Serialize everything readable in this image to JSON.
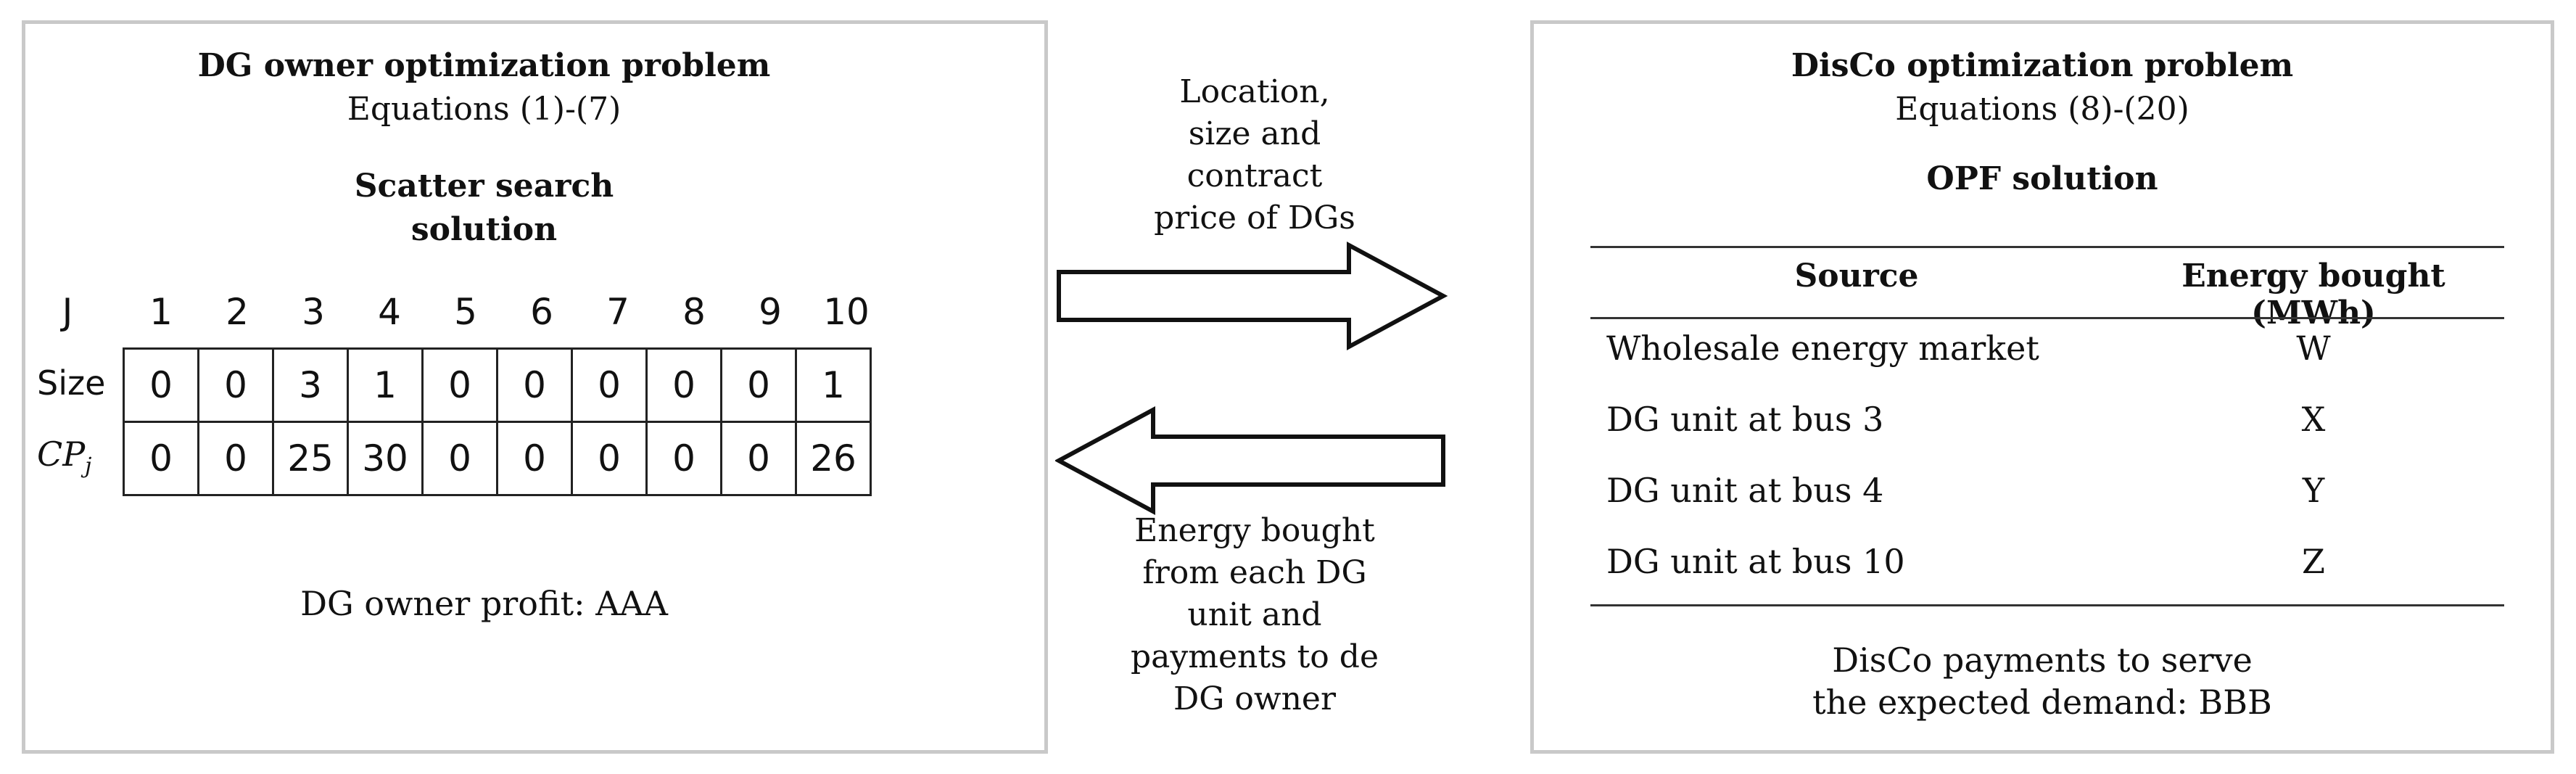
{
  "left": {
    "title": "DG owner optimization problem",
    "equations": "Equations (1)-(7)",
    "solution_line1": "Scatter search",
    "solution_line2": "solution",
    "j_label": "J",
    "j_values": [
      "1",
      "2",
      "3",
      "4",
      "5",
      "6",
      "7",
      "8",
      "9",
      "10"
    ],
    "size_label": "Size",
    "cp_label": "CP",
    "cp_sub": "j",
    "sizes": [
      "0",
      "0",
      "3",
      "1",
      "0",
      "0",
      "0",
      "0",
      "0",
      "1"
    ],
    "cps": [
      "0",
      "0",
      "25",
      "30",
      "0",
      "0",
      "0",
      "0",
      "0",
      "26"
    ],
    "profit": "DG owner profit: AAA"
  },
  "arrows": {
    "top_lines": [
      "Location,",
      "size and",
      "contract",
      "price of DGs"
    ],
    "bottom_lines": [
      "Energy bought",
      "from each DG",
      "unit and",
      "payments to de",
      "DG owner"
    ]
  },
  "right": {
    "title": "DisCo optimization problem",
    "equations": "Equations (8)-(20)",
    "opf": "OPF solution",
    "col_source": "Source",
    "col_energy": "Energy bought (MWh)",
    "rows": [
      {
        "source": "Wholesale energy market",
        "value": "W"
      },
      {
        "source": "DG unit at bus 3",
        "value": "X"
      },
      {
        "source": "DG unit at bus 4",
        "value": "Y"
      },
      {
        "source": "DG unit at bus 10",
        "value": "Z"
      }
    ],
    "payments_line1": "DisCo  payments to serve",
    "payments_line2": "the expected demand: BBB"
  }
}
